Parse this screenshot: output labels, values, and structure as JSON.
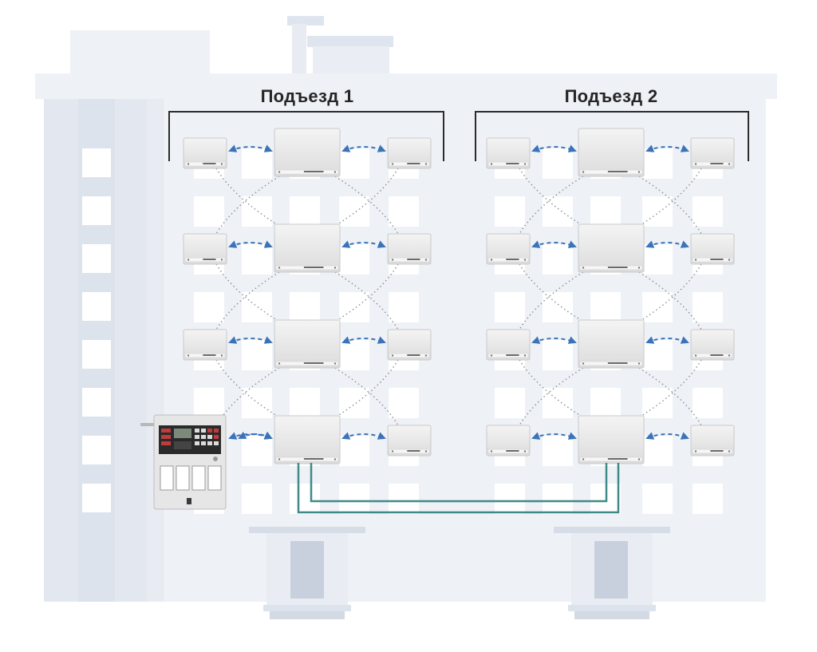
{
  "entrances": [
    {
      "label": "Подъезд 1"
    },
    {
      "label": "Подъезд 2"
    }
  ],
  "floors": 4,
  "colors": {
    "building_main": "#eef1f6",
    "building_side": "#e2e7ef",
    "building_roof": "#e9edf3",
    "window": "#ffffff",
    "device_body": "#eaeaea",
    "device_border": "#c9c9c9",
    "radio_link": "#3b73b9",
    "trunk_link": "#3f8a86",
    "bracket": "#2b2b2b",
    "dotted_link": "#8b8f96"
  },
  "icons": {
    "control_panel": "control-panel-icon",
    "repeater": "repeater-icon",
    "expander": "expander-icon"
  }
}
